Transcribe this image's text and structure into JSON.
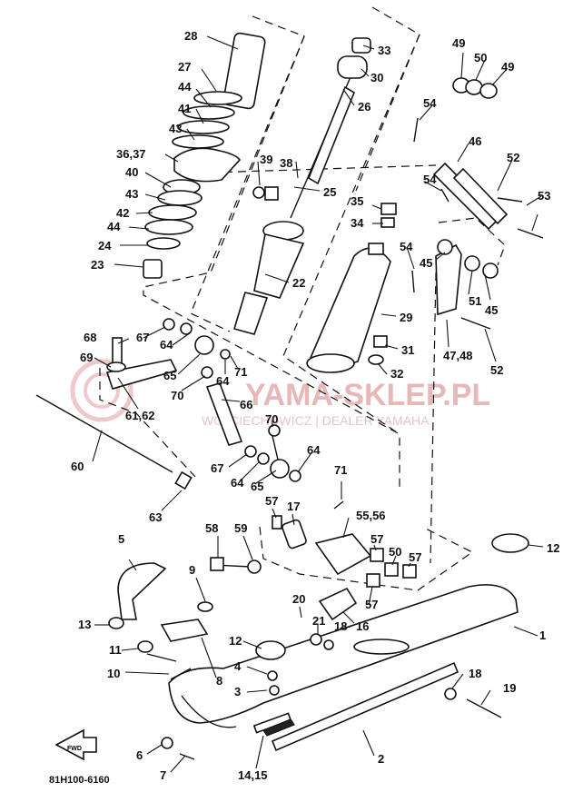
{
  "diagram": {
    "code": "81H100-6160",
    "fwd_label": "FWD",
    "watermark": {
      "brand": "YAMA-SKLEP.PL",
      "sub": "WOJCIECHOWICZ | DEALER YAMAHA"
    },
    "labels": {
      "l1": "1",
      "l2": "2",
      "l3": "3",
      "l4": "4",
      "l5": "5",
      "l6": "6",
      "l7": "7",
      "l8": "8",
      "l9": "9",
      "l10": "10",
      "l11": "11",
      "l12a": "12",
      "l12b": "12",
      "l13": "13",
      "l1415": "14,15",
      "l16": "16",
      "l17": "17",
      "l18a": "18",
      "l18b": "18",
      "l19": "19",
      "l20": "20",
      "l21": "21",
      "l22": "22",
      "l23": "23",
      "l24": "24",
      "l25": "25",
      "l26": "26",
      "l27": "27",
      "l28": "28",
      "l29": "29",
      "l30": "30",
      "l31": "31",
      "l32": "32",
      "l33": "33",
      "l34": "34",
      "l35": "35",
      "l3637": "36,37",
      "l38": "38",
      "l39": "39",
      "l40": "40",
      "l41": "41",
      "l42": "42",
      "l43a": "43",
      "l43b": "43",
      "l44a": "44",
      "l44b": "44",
      "l45a": "45",
      "l45b": "45",
      "l46": "46",
      "l4748": "47,48",
      "l49a": "49",
      "l49b": "49",
      "l50a": "50",
      "l50b": "50",
      "l51": "51",
      "l52a": "52",
      "l52b": "52",
      "l53": "53",
      "l54a": "54",
      "l54b": "54",
      "l54c": "54",
      "l5556": "55,56",
      "l57a": "57",
      "l57b": "57",
      "l57c": "57",
      "l57d": "57",
      "l58": "58",
      "l59": "59",
      "l60": "60",
      "l6162": "61,62",
      "l63": "63",
      "l64a": "64",
      "l64b": "64",
      "l64c": "64",
      "l64d": "64",
      "l65a": "65",
      "l65b": "65",
      "l66": "66",
      "l67a": "67",
      "l67b": "67",
      "l68": "68",
      "l69": "69",
      "l70a": "70",
      "l70b": "70",
      "l71a": "71",
      "l71b": "71"
    }
  }
}
